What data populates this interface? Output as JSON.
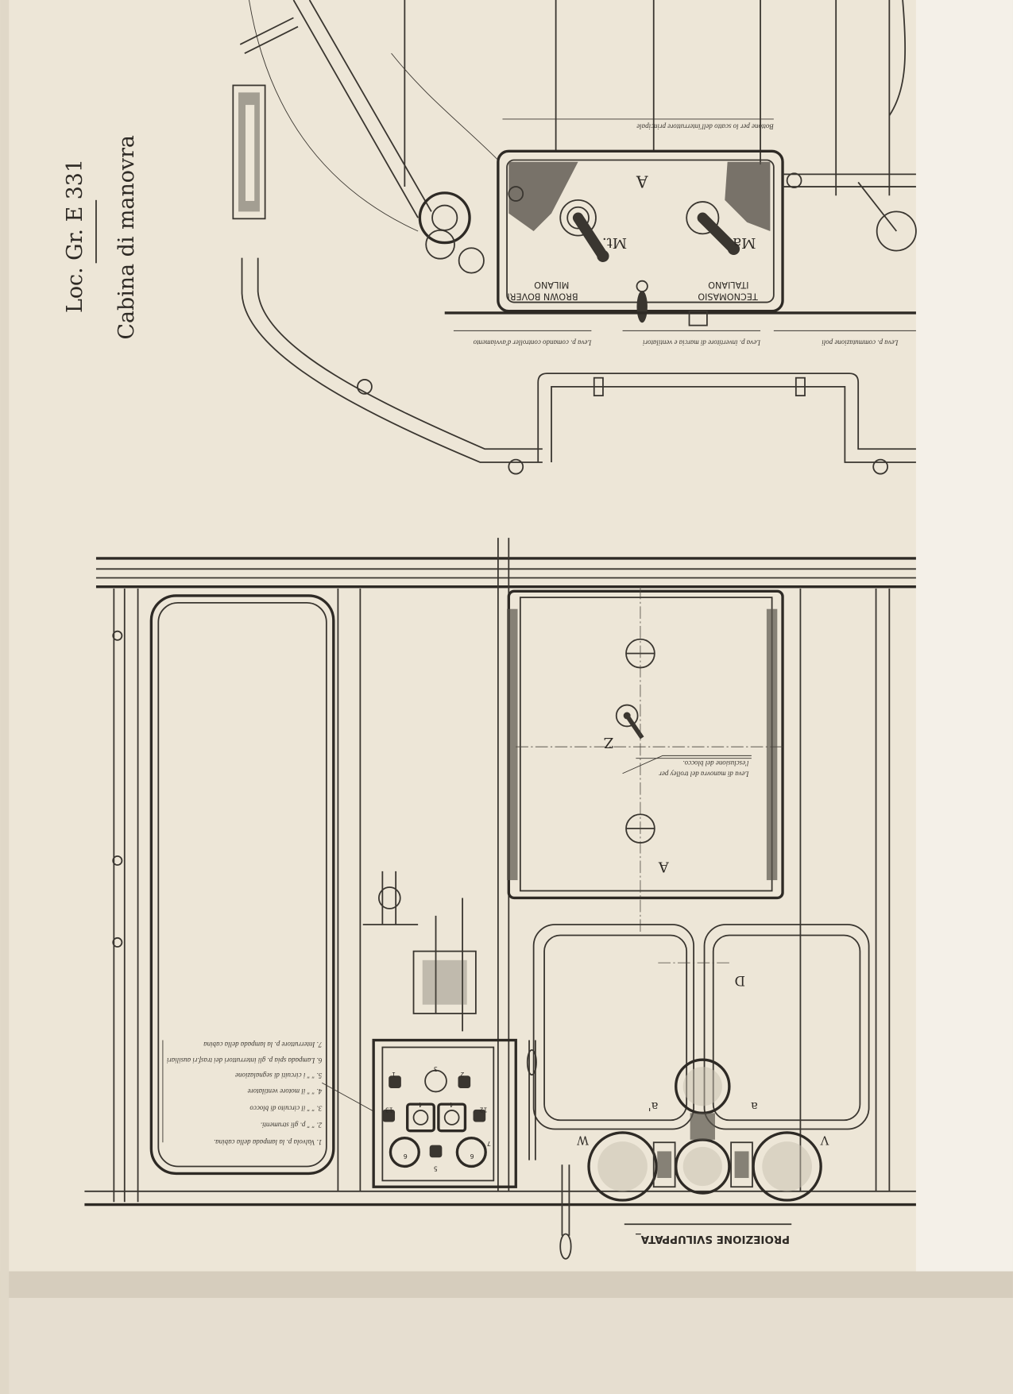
{
  "title": {
    "line1": "Loc. Gr. E 331",
    "line2": "Cabina di manovra"
  },
  "top_view": {
    "panel_letter": "A",
    "annotation_button": "Bottone per lo scatto dell'interruttore principale",
    "maker_left": [
      "BROWN BOVERI",
      "MILANO"
    ],
    "maker_right": [
      "TECNOMASIO",
      "ITALIANO"
    ],
    "lever_left_label": "Mt.",
    "lever_right_label": "Ma",
    "lever_annotations": [
      "Leva p. comando controller d'avviamento",
      "Leva p. invertitore di marcia e ventilatori",
      "Leva p. commutazione poli"
    ]
  },
  "front_view": {
    "panel_letter_z": "Z",
    "panel_letter_a": "A",
    "trolley_annotation": [
      "Leva di manovra del trolley per",
      "l'esclusione del blocco."
    ],
    "letter_d": "D",
    "gauge_labels": [
      "a'",
      "a",
      "W",
      "V"
    ],
    "legend": [
      "1. Valvola p. la lampada della cabina.",
      "2.   \"   \"   p. gli strumenti.",
      "3.   \"   \"   il circuito di blocco",
      "4.   \"   \"   il motore ventilatore",
      "5.   \"   \"   i circuiti di segnalazione",
      "6. Lampada spia p. gli interruttori dei trasf.ri ausiliari",
      "7. Interruttore p. la lampada della cabina"
    ],
    "switch_numbers": [
      "1",
      "2",
      "3",
      "4",
      "4",
      "5",
      "6",
      "6",
      "7",
      "12",
      "13"
    ]
  },
  "footer": {
    "projection_label": "PROIEZIONE    SVILUPPATA_"
  }
}
